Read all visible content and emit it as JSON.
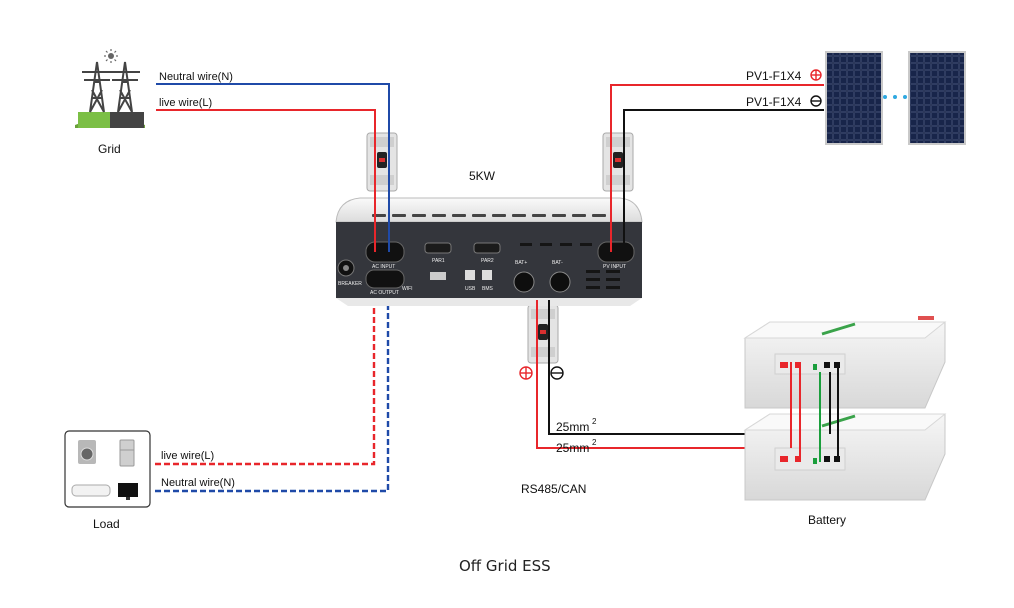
{
  "caption": "Off Grid ESS",
  "grid": {
    "label": "Grid"
  },
  "load": {
    "label": "Load"
  },
  "battery": {
    "label": "Battery"
  },
  "inverter": {
    "power": "5KW",
    "ports": {
      "par1": "PAR1",
      "par2": "PAR2",
      "bat_pos": "BAT+",
      "bat_neg": "BAT-",
      "ac_input": "AC INPUT",
      "ac_output": "AC OUTPUT",
      "usb": "USB",
      "bms": "BMS",
      "wifi": "WIFI",
      "pv_input": "PV INPUT",
      "breaker": "BREAKER"
    }
  },
  "wires": {
    "grid_neutral": "Neutral wire(N)",
    "grid_live": "live wire(L)",
    "pv_pos": "PV1-F1X4",
    "pv_neg": "PV1-F1X4",
    "load_live": "live wire(L)",
    "load_neutral": "Neutral wire(N)",
    "battery_cable_1": "25mm",
    "battery_cable_2": "25mm",
    "cable_size_exponent": "2",
    "comm": "RS485/CAN"
  },
  "colors": {
    "live": "#e8262b",
    "neutral": "#1f4aa8",
    "dc_negative": "#111111",
    "comm": "#1a9e3c",
    "more_panels_dots": "#2fa8e0"
  },
  "icons": {
    "grid": "power-tower-icon",
    "pv": "solar-panel-icon",
    "breaker": "circuit-breaker-icon",
    "load": "appliances-icon",
    "battery": "battery-module-icon",
    "positive": "plus-circle-icon",
    "negative": "minus-circle-icon"
  }
}
